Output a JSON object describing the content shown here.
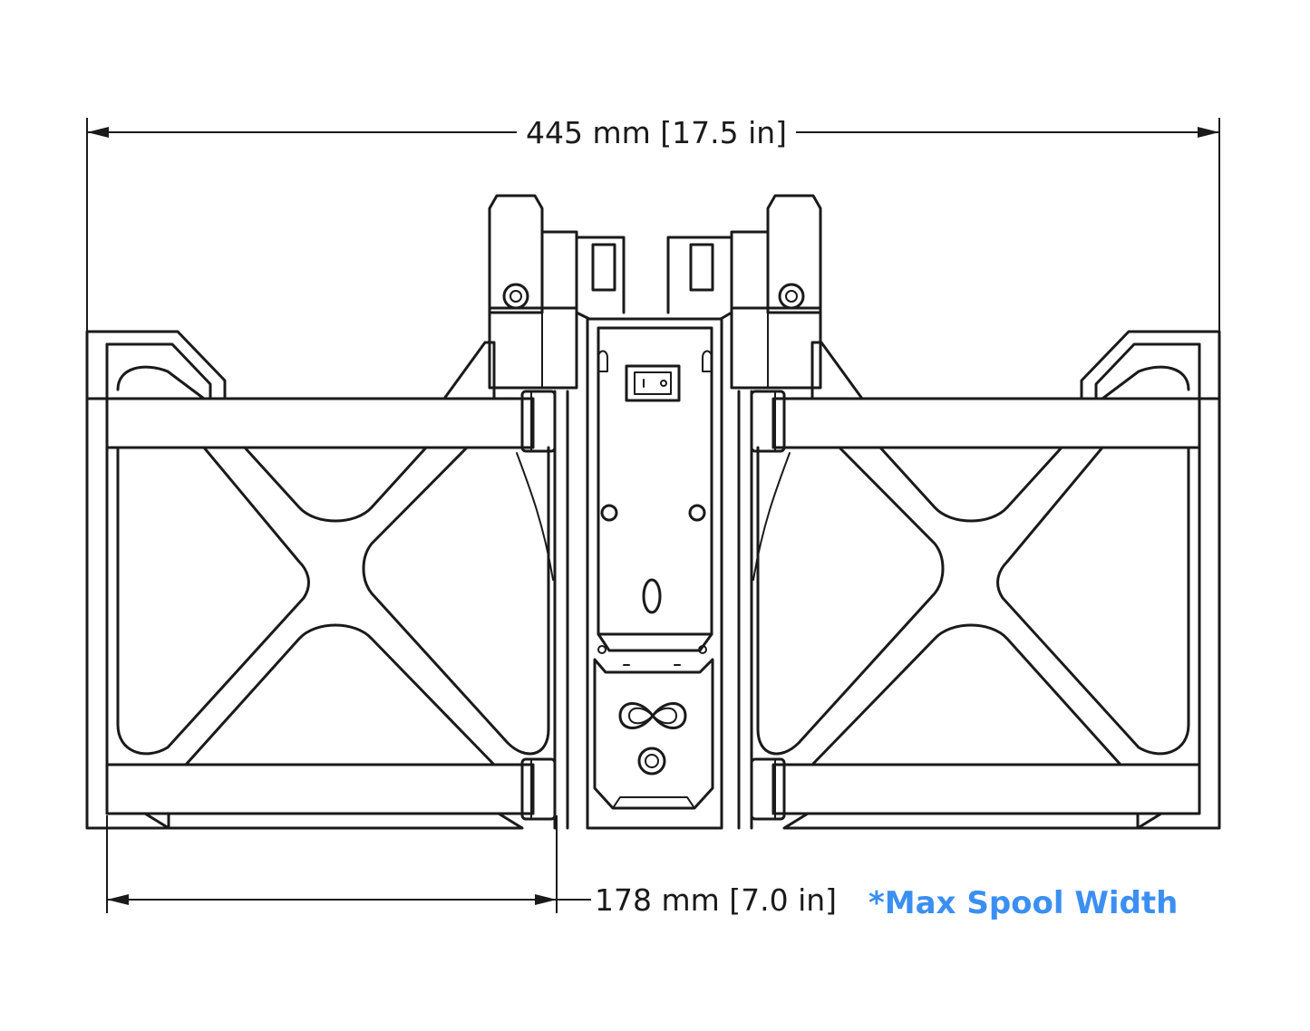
{
  "dimensions": {
    "overall_width": "445 mm [17.5 in]",
    "spool_width": "178 mm [7.0 in]"
  },
  "note": {
    "text": "*Max Spool Width",
    "color": "#3b8ff2"
  }
}
